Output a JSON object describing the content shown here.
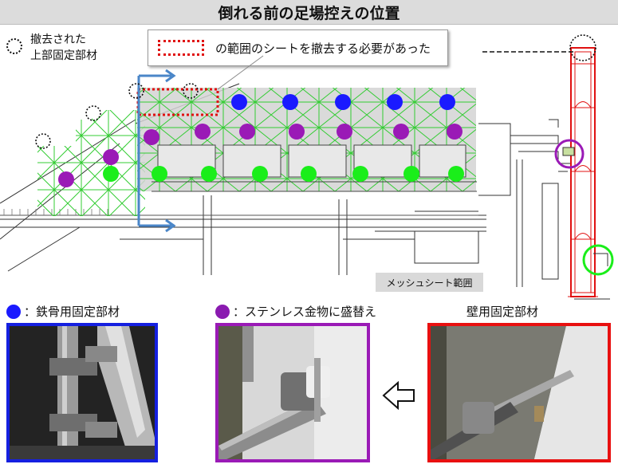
{
  "title": "倒れる前の足場控えの位置",
  "legend_removed": {
    "line1": "撤去された",
    "line2": "上部固定部材"
  },
  "callout": {
    "text": "の範囲のシートを撤去する必要があった"
  },
  "mesh_label": "メッシュシート範囲",
  "legends": {
    "blue": {
      "label": "：鉄骨用固定部材",
      "color": "#1a1aff"
    },
    "purple": {
      "label": "：ステンレス金物に盛替え",
      "color": "#8a1ab0"
    },
    "wall": {
      "label": "壁用固定部材"
    }
  },
  "colors": {
    "blue": "#1a1aff",
    "purple": "#9a1ab6",
    "green": "#1aee1a",
    "red_border": "#e81010",
    "blue_border": "#1520e0",
    "purple_border": "#9a1ab6",
    "scaffold_green": "#33cc33",
    "mesh_fill": "#d4d4d4",
    "arrow_blue": "#4a86c8"
  }
}
